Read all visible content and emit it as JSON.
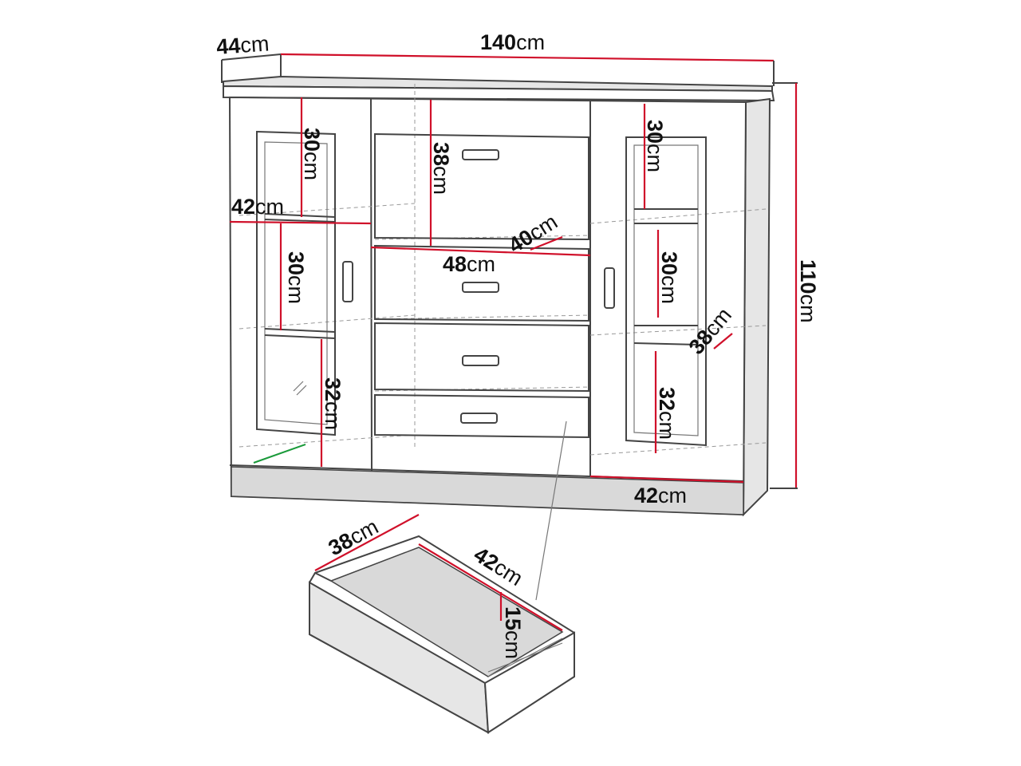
{
  "title": "Sideboard dimensions diagram",
  "colors": {
    "dimension_line": "#d0102a",
    "depth_line": "#1a9a3a",
    "outline": "#444444"
  },
  "labels": {
    "depth_total": {
      "num": "44",
      "unit": "cm"
    },
    "width_total": {
      "num": "140",
      "unit": "cm"
    },
    "height_total": {
      "num": "110",
      "unit": "cm"
    },
    "left_top_shelf_height": {
      "num": "30",
      "unit": "cm"
    },
    "left_width": {
      "num": "42",
      "unit": "cm"
    },
    "left_mid_shelf_height": {
      "num": "30",
      "unit": "cm"
    },
    "left_bottom_shelf_height": {
      "num": "32",
      "unit": "cm"
    },
    "center_top_height": {
      "num": "38",
      "unit": "cm"
    },
    "center_depth": {
      "num": "40",
      "unit": "cm"
    },
    "center_width": {
      "num": "48",
      "unit": "cm"
    },
    "right_top_shelf_height": {
      "num": "30",
      "unit": "cm"
    },
    "right_mid_shelf_height": {
      "num": "30",
      "unit": "cm"
    },
    "right_shelf_depth": {
      "num": "38",
      "unit": "cm"
    },
    "right_bottom_shelf_height": {
      "num": "32",
      "unit": "cm"
    },
    "right_width": {
      "num": "42",
      "unit": "cm"
    },
    "drawer_width": {
      "num": "38",
      "unit": "cm"
    },
    "drawer_depth": {
      "num": "42",
      "unit": "cm"
    },
    "drawer_height": {
      "num": "15",
      "unit": "cm"
    }
  }
}
